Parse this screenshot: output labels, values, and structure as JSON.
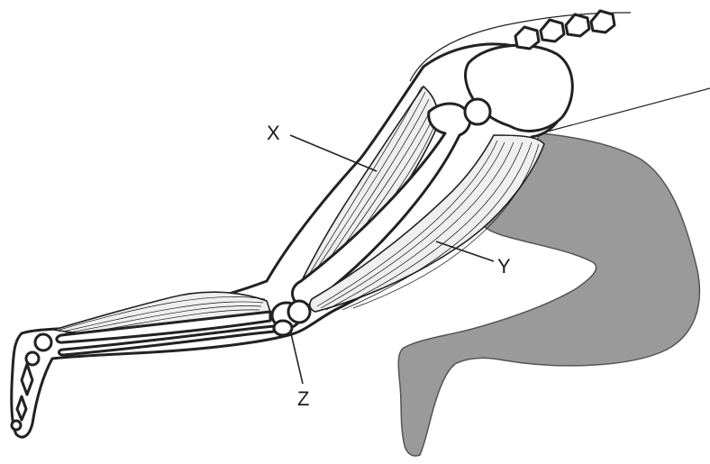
{
  "labels": {
    "x": "X",
    "y": "Y",
    "z": "Z"
  },
  "colors": {
    "line": "#222222",
    "shaded_leg": "#9a9a9a",
    "background": "#ffffff"
  }
}
